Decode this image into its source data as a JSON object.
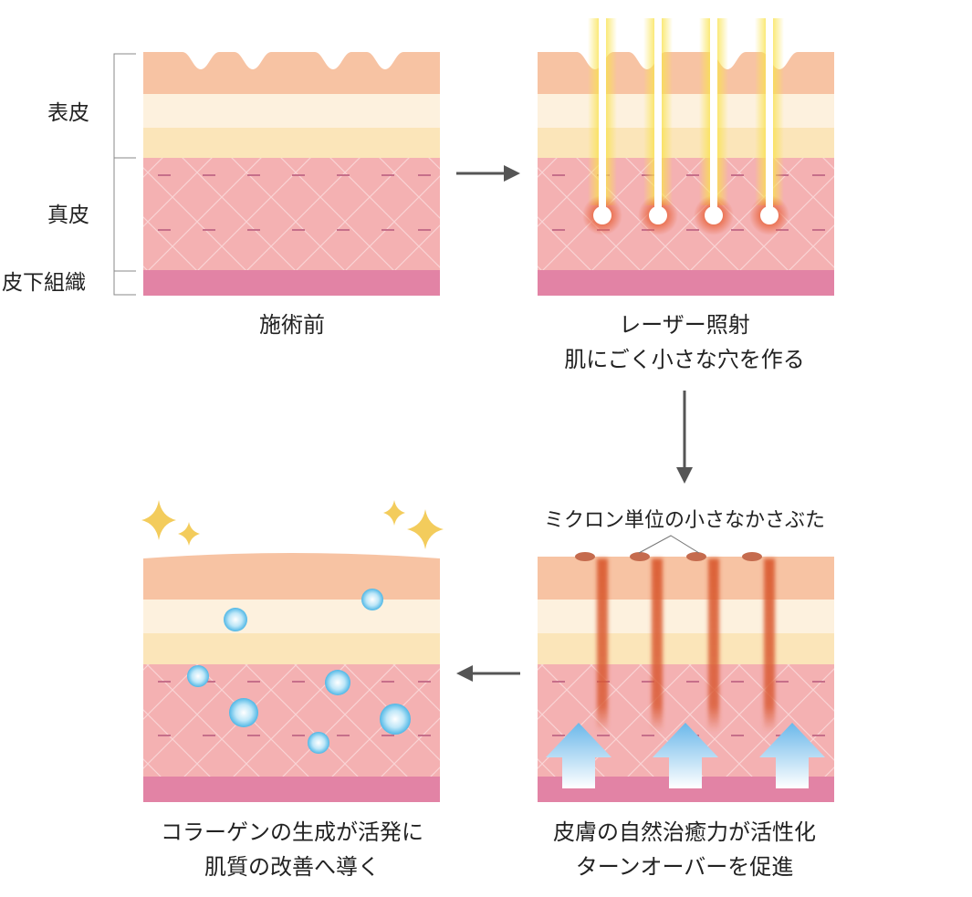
{
  "layers": {
    "epidermis": "表皮",
    "dermis": "真皮",
    "subcutaneous": "皮下組織"
  },
  "steps": [
    {
      "lines": [
        "施術前"
      ]
    },
    {
      "lines": [
        "レーザー照射",
        "肌にごく小さな穴を作る"
      ]
    },
    {
      "lines": [
        "皮膚の自然治癒力が活性化",
        "ターンオーバーを促進"
      ]
    },
    {
      "lines": [
        "コラーゲンの生成が活発に",
        "肌質の改善へ導く"
      ]
    }
  ],
  "annotation": "ミクロン単位の小さなかさぶた",
  "colors": {
    "epidermis_top": "#f7c3a3",
    "epidermis_mid": "#fdf1de",
    "epidermis_low": "#fbe5b9",
    "dermis": "#f4b1b2",
    "subcutaneous": "#e283a5",
    "laser": "#f9e24a",
    "burn": "#e8653e",
    "scab": "#c56b4e",
    "arrow_up": "#7cc3ec",
    "bubble": "#5fc1ec",
    "sparkle": "#f3cc5c",
    "flow_arrow": "#555555"
  }
}
